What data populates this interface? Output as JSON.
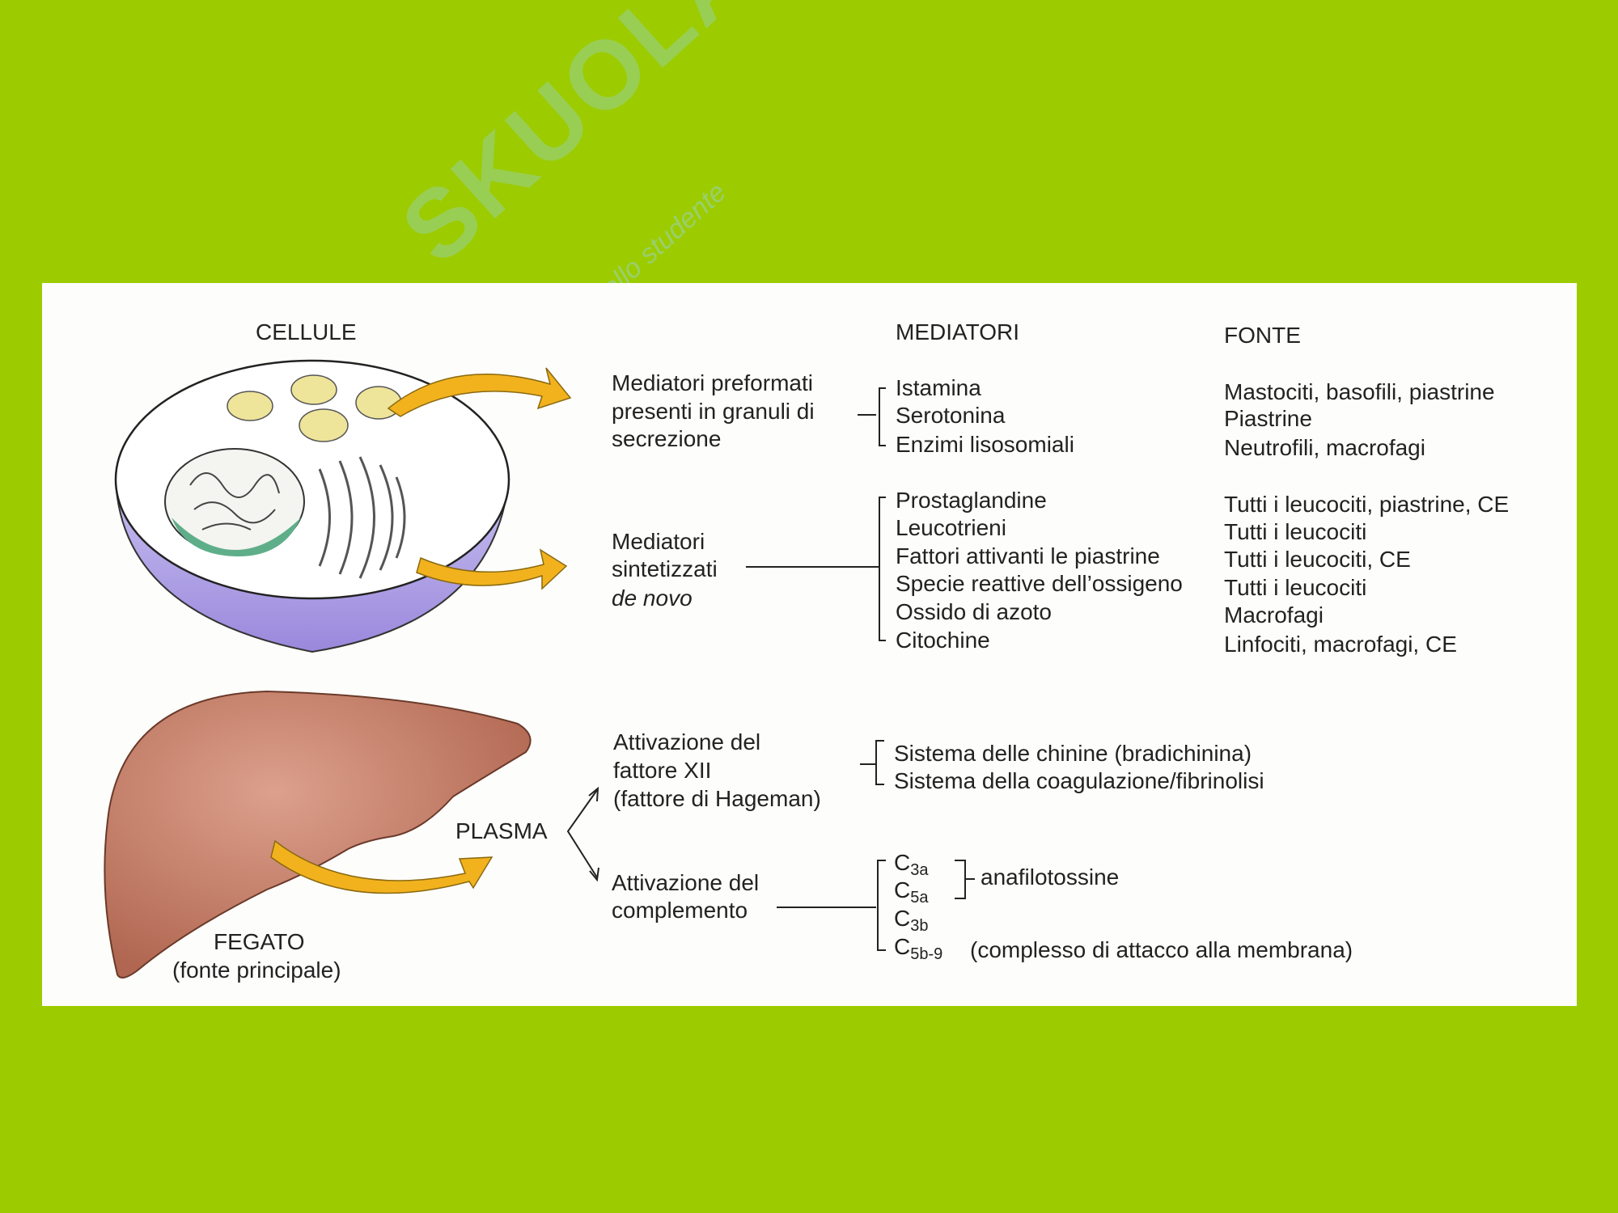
{
  "watermark": {
    "brand": "SKUOLA.net",
    "tagline": "il paradiso dello studente"
  },
  "headers": {
    "cellule": "CELLULE",
    "mediatori": "MEDIATORI",
    "fonte": "FONTE"
  },
  "groups": {
    "preformed": {
      "label": [
        "Mediatori preformati",
        "presenti in granuli di",
        "secrezione"
      ],
      "mediators": [
        "Istamina",
        "Serotonina",
        "Enzimi lisosomiali"
      ],
      "sources": [
        "Mastociti, basofili, piastrine",
        "Piastrine",
        "Neutrofili, macrofagi"
      ]
    },
    "synthesized": {
      "label": [
        "Mediatori",
        "sintetizzati",
        "de novo"
      ],
      "mediators": [
        "Prostaglandine",
        "Leucotrieni",
        "Fattori attivanti le piastrine",
        "Specie reattive dell’ossigeno",
        "Ossido di azoto",
        "Citochine"
      ],
      "sources": [
        "Tutti i leucociti, piastrine, CE",
        "Tutti i leucociti",
        "Tutti i leucociti, CE",
        "Tutti i leucociti",
        "Macrofagi",
        "Linfociti, macrofagi, CE"
      ]
    },
    "factor_xii": {
      "label": [
        "Attivazione del",
        "fattore XII",
        "(fattore di Hageman)"
      ],
      "mediators": [
        "Sistema delle chinine (bradichinina)",
        "Sistema della coagulazione/fibrinolisi"
      ]
    },
    "complement": {
      "label": [
        "Attivazione del",
        "complemento"
      ],
      "components": [
        {
          "base": "C",
          "sub": "3a"
        },
        {
          "base": "C",
          "sub": "5a"
        },
        {
          "base": "C",
          "sub": "3b"
        },
        {
          "base": "C",
          "sub": "5b-9"
        }
      ],
      "anaphylatoxins": "anafilotossine",
      "mac": "(complesso di attacco alla membrana)"
    }
  },
  "plasma": "PLASMA",
  "liver": {
    "name": "FEGATO",
    "note": "(fonte principale)"
  },
  "colors": {
    "background": "#9ccc00",
    "arrow": "#f2b21e",
    "cell_body": "#a79be0",
    "liver": "#c47a64"
  }
}
